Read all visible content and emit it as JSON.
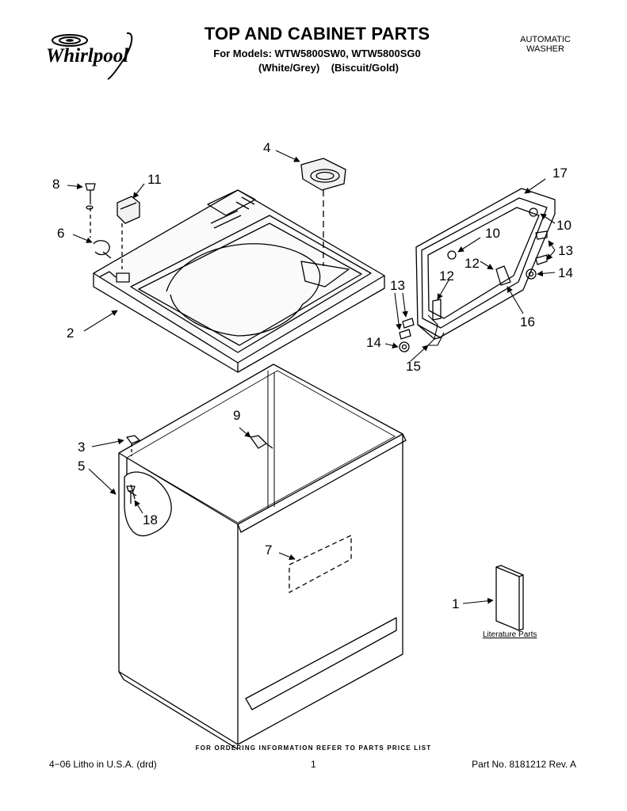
{
  "header": {
    "brand": "Whirlpool",
    "title": "TOP AND CABINET PARTS",
    "models": "For Models: WTW5800SW0, WTW5800SG0",
    "colors": "(White/Grey)    (Biscuit/Gold)",
    "appliance_line1": "AUTOMATIC",
    "appliance_line2": "WASHER"
  },
  "callouts": {
    "c1": "1",
    "c2": "2",
    "c3": "3",
    "c4": "4",
    "c5": "5",
    "c6": "6",
    "c7": "7",
    "c8": "8",
    "c9": "9",
    "c10a": "10",
    "c10b": "10",
    "c11": "11",
    "c12a": "12",
    "c12b": "12",
    "c13a": "13",
    "c13b": "13",
    "c14a": "14",
    "c14b": "14",
    "c15": "15",
    "c16": "16",
    "c17": "17",
    "c18": "18"
  },
  "literature_label": "Literature Parts",
  "footer": {
    "ordering": "FOR ORDERING INFORMATION REFER TO PARTS PRICE LIST",
    "litho": "4−06 Litho in U.S.A. (drd)",
    "page": "1",
    "part_no": "Part No. 8181212 Rev. A"
  }
}
